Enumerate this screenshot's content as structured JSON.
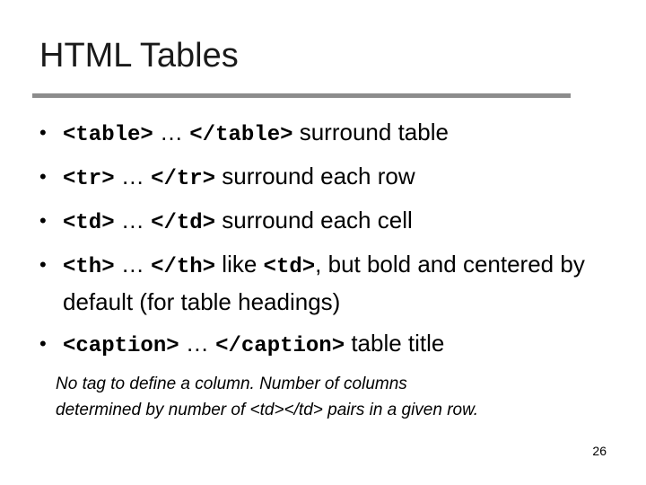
{
  "slide": {
    "title": "HTML Tables",
    "bullets": [
      {
        "tag_open": "<table>",
        "ellipsis": " … ",
        "tag_close": "</table>",
        "text": " surround table"
      },
      {
        "tag_open": "<tr>",
        "ellipsis": " … ",
        "tag_close": "</tr>",
        "text": " surround each row"
      },
      {
        "tag_open": "<td>",
        "ellipsis": " … ",
        "tag_close": "</td>",
        "text": " surround each cell"
      },
      {
        "tag_open": "<th>",
        "ellipsis": " … ",
        "tag_close": "</th>",
        "text_before": " like ",
        "inline_tag": "<td>",
        "text": ", but bold and centered by default (for table headings)"
      },
      {
        "tag_open": "<caption>",
        "ellipsis": " … ",
        "tag_close": "</caption>",
        "text": " table title"
      }
    ],
    "bullet_symbol": "•",
    "note_line1": "No tag to define a column.  Number of columns",
    "note_line2": "determined by number of <td></td> pairs in a given row.",
    "page_number": "26"
  },
  "colors": {
    "rule": "#8c8c8c",
    "title_text": "#1a1a1a"
  }
}
